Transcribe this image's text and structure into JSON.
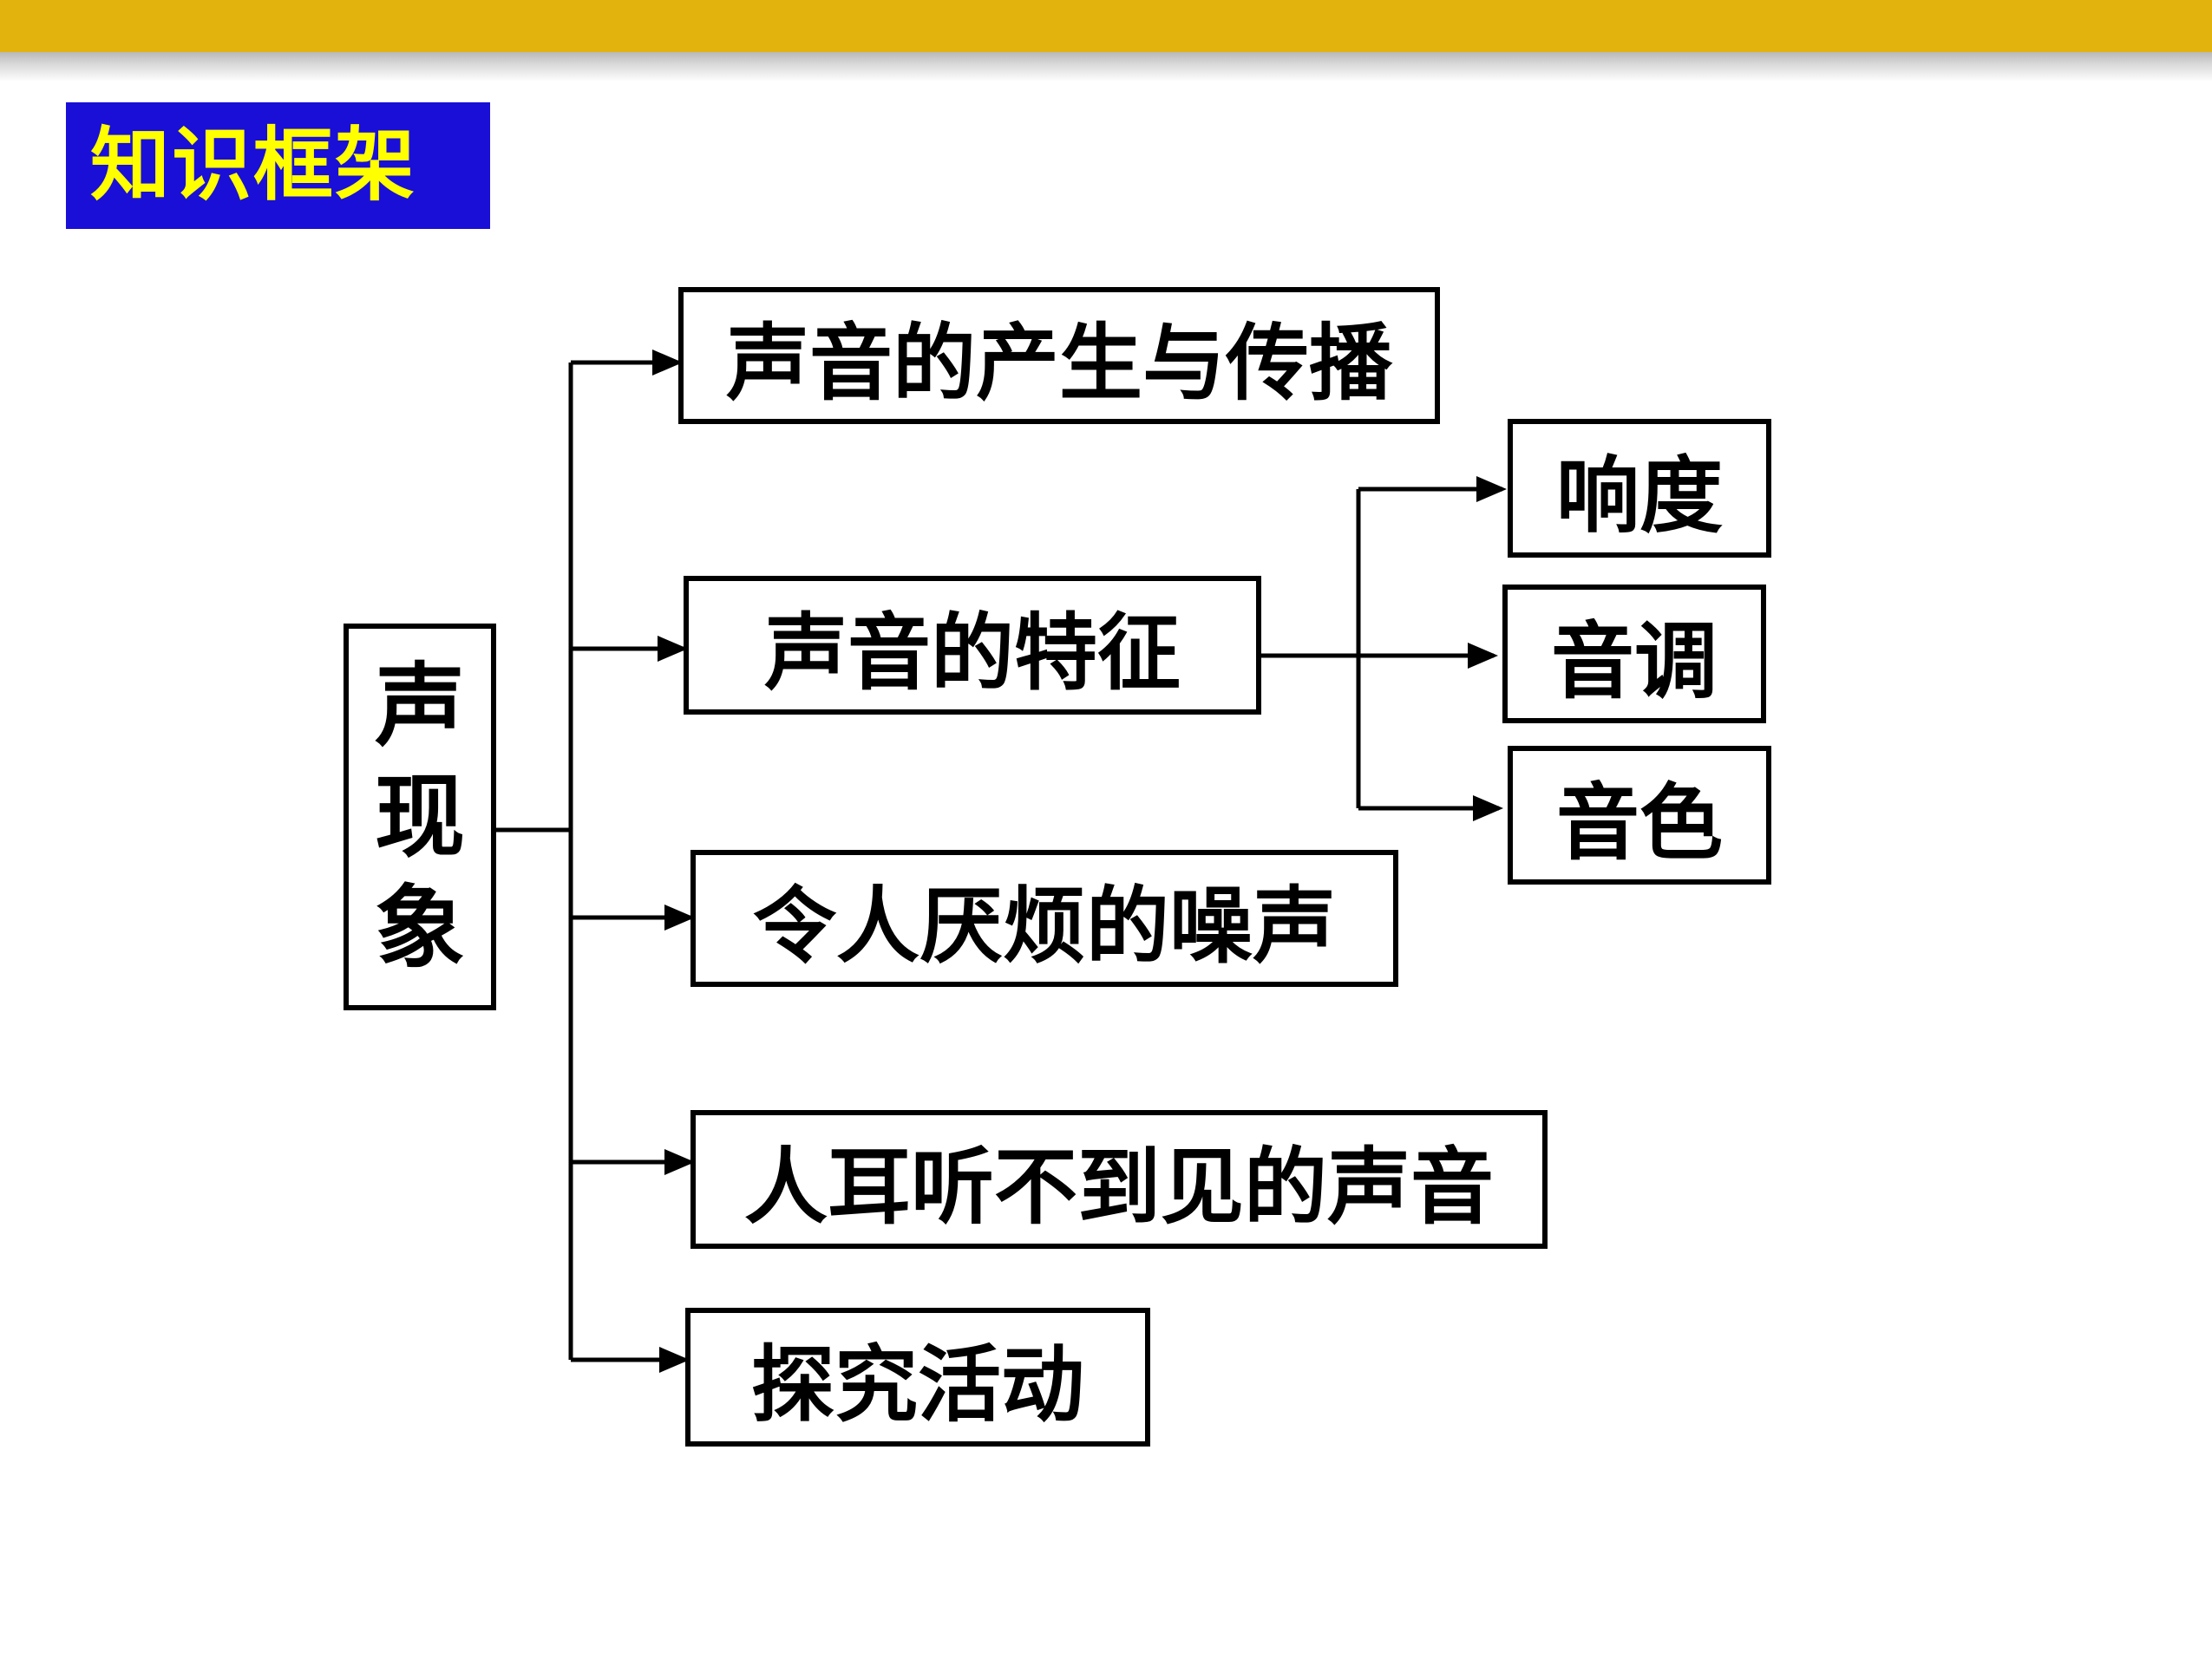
{
  "slide": {
    "title": "知识框架",
    "colors": {
      "top_bar": "#e2b30c",
      "title_background": "#1a0fd6",
      "title_text": "#ffff00",
      "box_border": "#000000"
    }
  },
  "diagram": {
    "root": {
      "chars": [
        "声",
        "现",
        "象"
      ]
    },
    "branches": [
      {
        "label": "声音的产生与传播"
      },
      {
        "label": "声音的特征",
        "children": [
          {
            "label": "响度"
          },
          {
            "label": "音调"
          },
          {
            "label": "音色"
          }
        ]
      },
      {
        "label": "令人厌烦的噪声"
      },
      {
        "label": "人耳听不到见的声音"
      },
      {
        "label": "探究活动"
      }
    ]
  }
}
